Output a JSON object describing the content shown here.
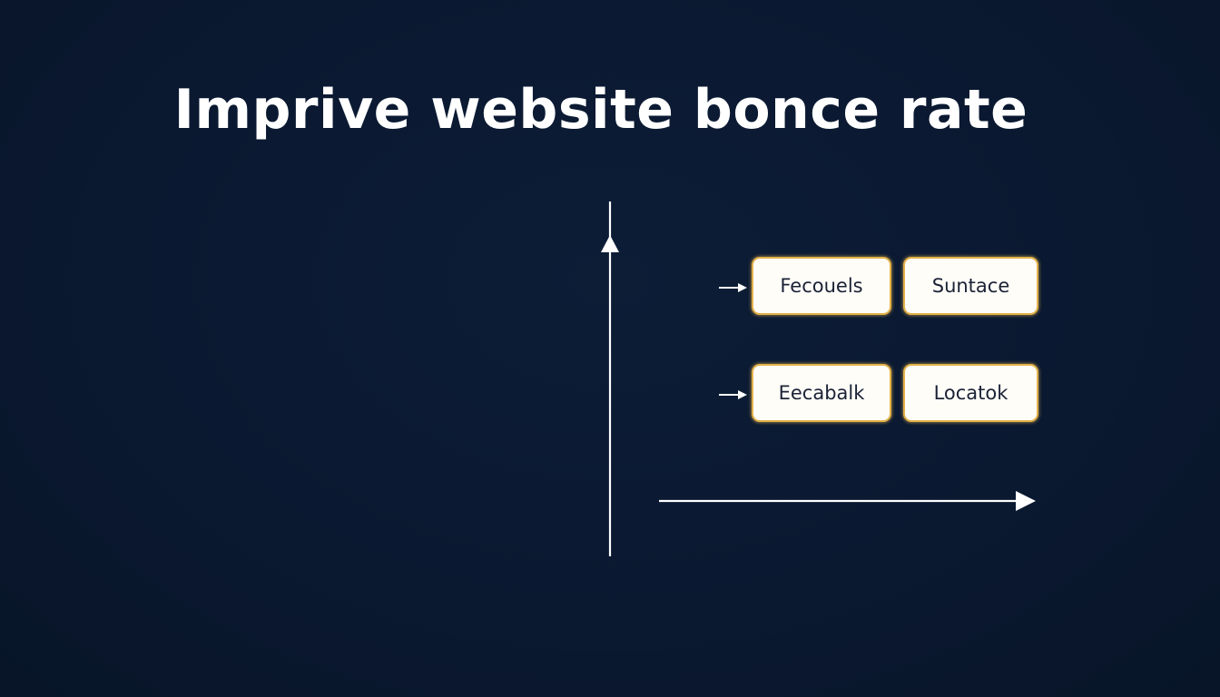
{
  "title": "Imprive website bonce rate",
  "colors": {
    "background": "#0a1830",
    "text": "#ffffff",
    "box_fill": "#fffdf8",
    "box_border": "#e2b24a",
    "box_text": "#1a2236",
    "lines": "#ffffff"
  },
  "diagram": {
    "vertical_axis": {
      "direction": "up",
      "arrowhead": "triangle"
    },
    "horizontal_axis": {
      "direction": "right",
      "arrowhead": "triangle"
    },
    "rows": [
      {
        "arrow": "right-arrow",
        "boxes": [
          {
            "label": "Fecouels"
          },
          {
            "label": "Suntace"
          }
        ]
      },
      {
        "arrow": "right-arrow",
        "boxes": [
          {
            "label": "Eecabalk"
          },
          {
            "label": "Locatok"
          }
        ]
      }
    ]
  }
}
